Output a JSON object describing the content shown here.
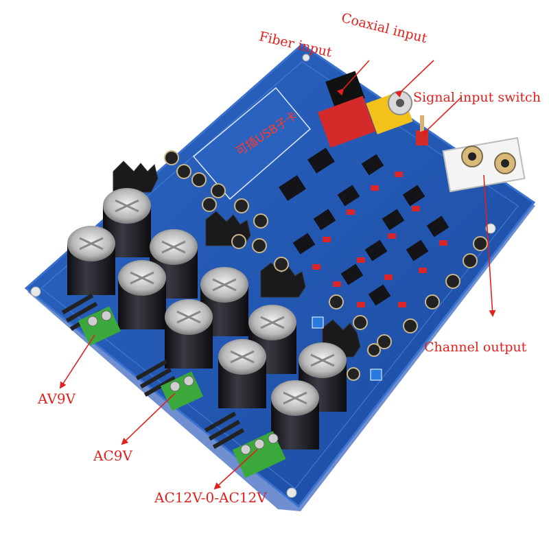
{
  "labels": {
    "fiber_input": "Fiber input",
    "coaxial_input": "Coaxial input",
    "signal_input_switch": "Signal input switch",
    "channel_output": "Channel output",
    "av9v": "AV9V",
    "ac9v": "AC9V",
    "ac12v": "AC12V-0-AC12V"
  },
  "colors": {
    "board": "#1f57b5",
    "board_edge": "#2a66c8",
    "label_red": "#e0201c",
    "terminal_green": "#3aa83a",
    "connector_yellow": "#f3c21a",
    "connector_red": "#d52a2a",
    "capacitor_body": "#1b1b1f"
  }
}
